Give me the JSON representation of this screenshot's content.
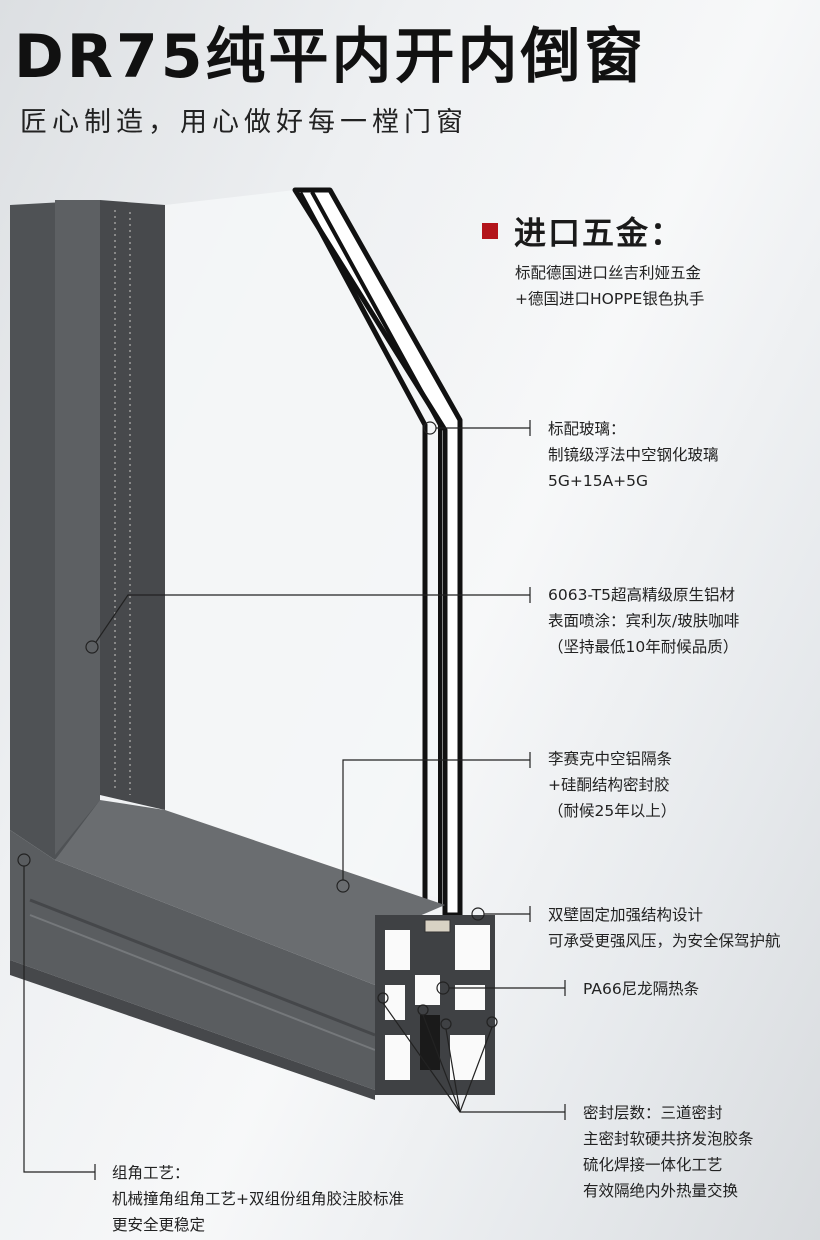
{
  "title": "DR75纯平内开内倒窗",
  "subtitle": "匠心制造，用心做好每一樘门窗",
  "hardware": {
    "title": "进口五金：",
    "lines": [
      "标配德国进口丝吉利娅五金",
      "+德国进口HOPPE银色执手"
    ]
  },
  "glass": {
    "lines": [
      "标配玻璃：",
      "制镜级浮法中空钢化玻璃",
      "5G+15A+5G"
    ]
  },
  "profile": {
    "lines": [
      "6063-T5超高精级原生铝材",
      "表面喷涂：宾利灰/玻肤咖啡",
      "（坚持最低10年耐候品质）"
    ]
  },
  "spacer": {
    "lines": [
      "李赛克中空铝隔条",
      "+硅酮结构密封胶",
      "（耐候25年以上）"
    ]
  },
  "wall": {
    "lines": [
      "双壁固定加强结构设计",
      "可承受更强风压，为安全保驾护航"
    ]
  },
  "pa66": {
    "lines": [
      "PA66尼龙隔热条"
    ]
  },
  "seal": {
    "lines": [
      "密封层数：三道密封",
      "主密封软硬共挤发泡胶条",
      "硫化焊接一体化工艺",
      "有效隔绝内外热量交换"
    ]
  },
  "corner": {
    "lines": [
      "组角工艺：",
      "机械撞角组角工艺+双组份组角胶注胶标准",
      "更安全更稳定"
    ]
  },
  "colors": {
    "accent": "#b3141b",
    "frame": "#55585b"
  }
}
